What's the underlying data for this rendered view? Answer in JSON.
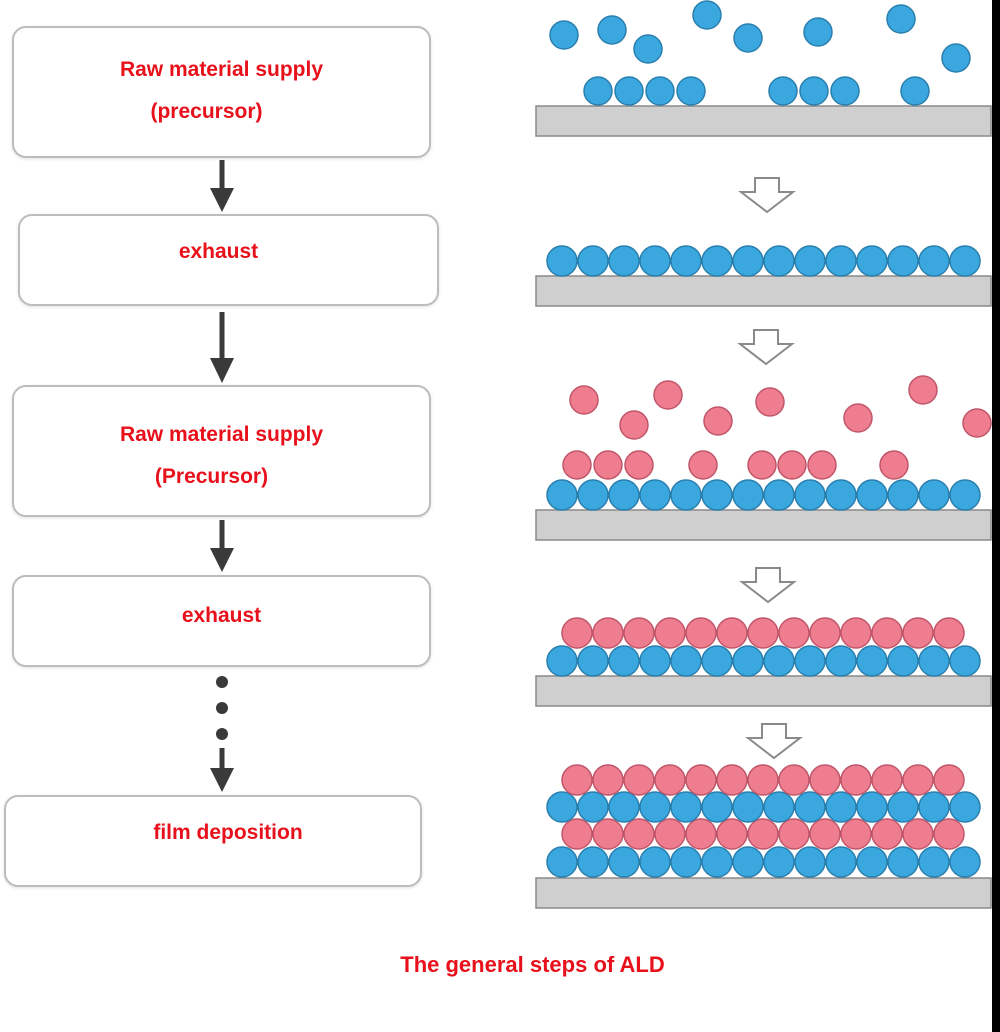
{
  "flowchart": {
    "steps": [
      {
        "line1": "Raw material supply",
        "line2": "(precursor)"
      },
      {
        "line1": "exhaust",
        "line2": ""
      },
      {
        "line1": "Raw material supply",
        "line2": "(Precursor)"
      },
      {
        "line1": "exhaust",
        "line2": ""
      },
      {
        "line1": "ﬁlm deposition",
        "line2": ""
      }
    ],
    "continuation": "..."
  },
  "caption": "The general steps of ALD",
  "colors": {
    "label_text": "#e8101a",
    "precursor_a_particle": "#3aa7df",
    "precursor_b_particle": "#ee7d8f",
    "substrate": "#cfcfcf",
    "box_border": "#bdbdbd",
    "arrow": "#3a3a3a"
  }
}
